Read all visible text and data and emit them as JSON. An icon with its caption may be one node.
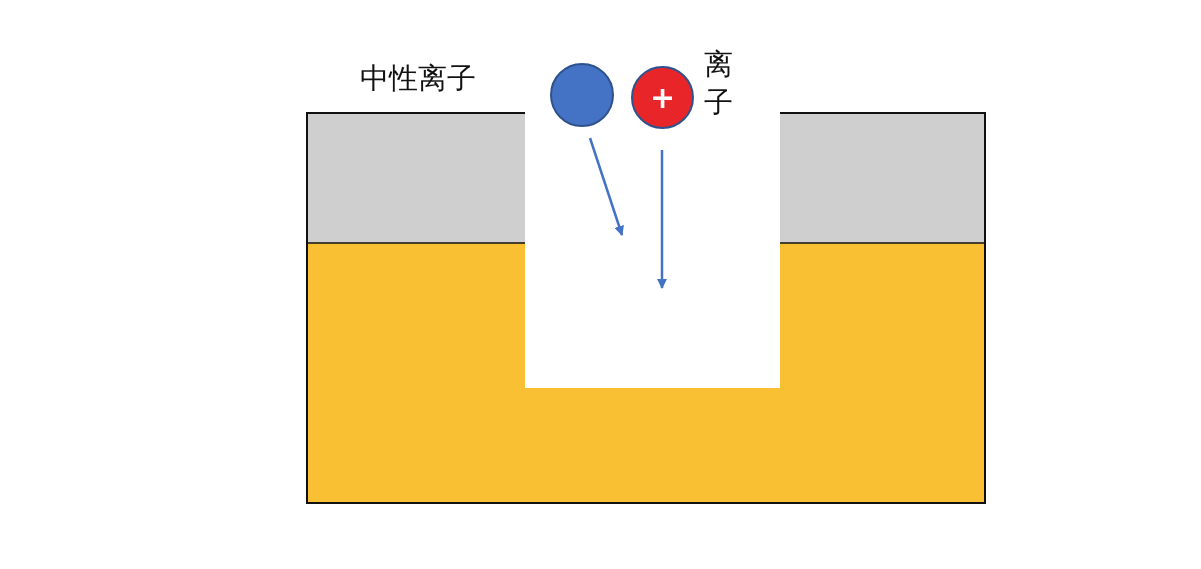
{
  "diagram": {
    "nodes": [
      {
        "text": [],
        "shape": "circle",
        "beside": [
          "中性离子"
        ]
      },
      {
        "text": [
          "+"
        ],
        "beside": [
          "离子"
        ]
      }
    ]
  }
}
